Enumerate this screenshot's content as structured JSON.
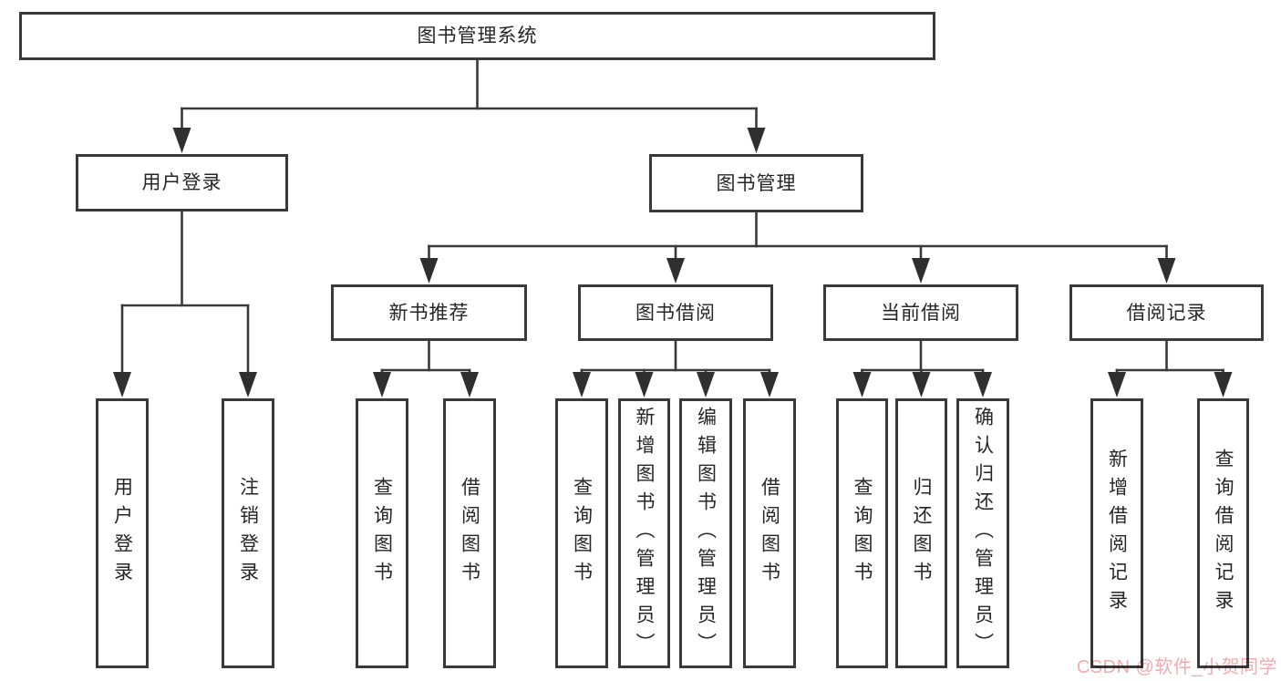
{
  "diagram": {
    "title": "图书管理系统",
    "nodes": [
      {
        "id": "root",
        "label": "图书管理系统",
        "level": 1,
        "parent": null
      },
      {
        "id": "user-login",
        "label": "用户登录",
        "level": 2,
        "parent": "root"
      },
      {
        "id": "book-mgmt",
        "label": "图书管理",
        "level": 2,
        "parent": "root"
      },
      {
        "id": "new-book-rec",
        "label": "新书推荐",
        "level": 3,
        "parent": "book-mgmt"
      },
      {
        "id": "book-borrow",
        "label": "图书借阅",
        "level": 3,
        "parent": "book-mgmt"
      },
      {
        "id": "current-borrow",
        "label": "当前借阅",
        "level": 3,
        "parent": "book-mgmt"
      },
      {
        "id": "borrow-records",
        "label": "借阅记录",
        "level": 3,
        "parent": "book-mgmt"
      },
      {
        "id": "login-user",
        "label": "用户登录",
        "level": 4,
        "parent": "user-login"
      },
      {
        "id": "logout-user",
        "label": "注销登录",
        "level": 4,
        "parent": "user-login"
      },
      {
        "id": "rec-query-book",
        "label": "查询图书",
        "level": 4,
        "parent": "new-book-rec"
      },
      {
        "id": "rec-borrow-book",
        "label": "借阅图书",
        "level": 4,
        "parent": "new-book-rec"
      },
      {
        "id": "bb-query-book",
        "label": "查询图书",
        "level": 4,
        "parent": "book-borrow"
      },
      {
        "id": "bb-add-book",
        "label": "新增图书（管理员）",
        "level": 4,
        "parent": "book-borrow"
      },
      {
        "id": "bb-edit-book",
        "label": "编辑图书（管理员）",
        "level": 4,
        "parent": "book-borrow"
      },
      {
        "id": "bb-borrow-book",
        "label": "借阅图书",
        "level": 4,
        "parent": "book-borrow"
      },
      {
        "id": "cb-query-book",
        "label": "查询图书",
        "level": 4,
        "parent": "current-borrow"
      },
      {
        "id": "cb-return-book",
        "label": "归还图书",
        "level": 4,
        "parent": "current-borrow"
      },
      {
        "id": "cb-confirm-return",
        "label": "确认归还（管理员）",
        "level": 4,
        "parent": "current-borrow"
      },
      {
        "id": "br-add-record",
        "label": "新增借阅记录",
        "level": 4,
        "parent": "borrow-records"
      },
      {
        "id": "br-query-record",
        "label": "查询借阅记录",
        "level": 4,
        "parent": "borrow-records"
      }
    ]
  },
  "watermark": {
    "text": "CSDN @软件_小贺同学",
    "color": "#f2abae"
  },
  "colors": {
    "line": "#3a3a3a",
    "arrow": "#2f2f2f",
    "text": "#262626",
    "background": "#ffffff"
  }
}
